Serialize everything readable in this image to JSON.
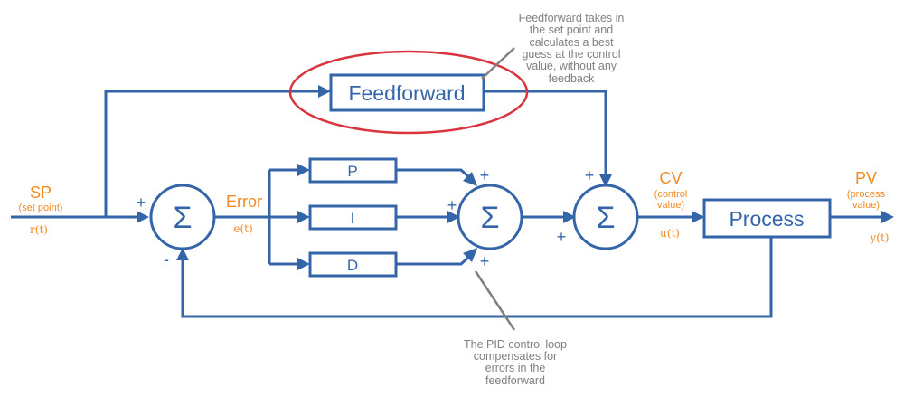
{
  "colors": {
    "line": "#3465a8",
    "label": "#f08a24",
    "highlight": "#d9343f",
    "annotation": "#808080"
  },
  "blocks": {
    "feedforward": "Feedforward",
    "p": "P",
    "i": "I",
    "d": "D",
    "process": "Process",
    "sum_symbol": "Σ"
  },
  "signals": {
    "sp": {
      "label": "SP",
      "sub": "(set point)",
      "math": "r(t)"
    },
    "error": {
      "label": "Error",
      "math": "e(t)"
    },
    "cv": {
      "label": "CV",
      "sub1": "(control",
      "sub2": "value)",
      "math": "u(t)"
    },
    "pv": {
      "label": "PV",
      "sub1": "(process",
      "sub2": "value)",
      "math": "y(t)"
    }
  },
  "signs": {
    "plus": "+",
    "minus": "-"
  },
  "annotations": {
    "feedforward": [
      "Feedforward takes in",
      "the set point and",
      "calculates a best",
      "guess at the control",
      "value, without any",
      "feedback"
    ],
    "pid": [
      "The PID control loop",
      "compensates for",
      "errors in the",
      "feedforward"
    ]
  }
}
